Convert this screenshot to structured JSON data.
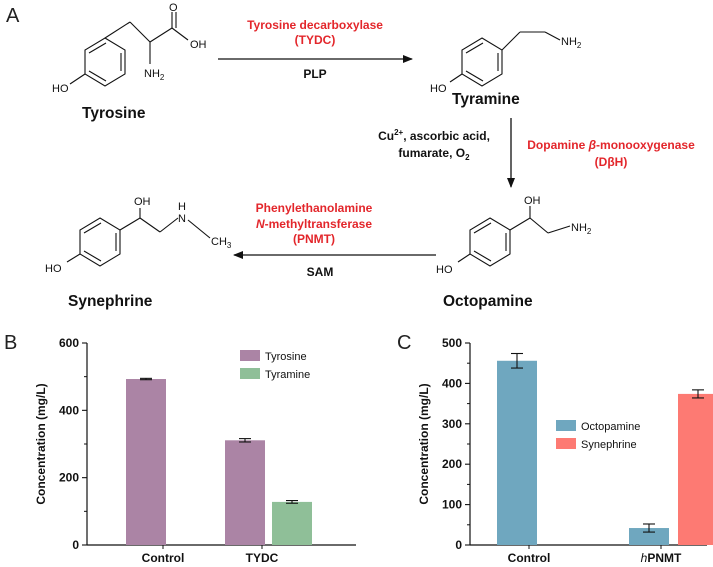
{
  "panel_labels": {
    "a": "A",
    "b": "B",
    "c": "C"
  },
  "pathway": {
    "molecules": {
      "tyrosine": "Tyrosine",
      "tyramine": "Tyramine",
      "octopamine": "Octopamine",
      "synephrine": "Synephrine"
    },
    "atoms": {
      "ho": "HO",
      "oh": "OH",
      "o": "O",
      "nh2": "NH",
      "nh2_sub": "2",
      "n": "N",
      "h": "H",
      "ch3": "CH",
      "ch3_sub": "3"
    },
    "step1": {
      "enzyme_line1": "Tyrosine decarboxylase",
      "enzyme_line2": "(TYDC)",
      "cofactor": "PLP"
    },
    "step2": {
      "enzyme_pre": "Dopamine ",
      "enzyme_beta": "β",
      "enzyme_post": "-monooxygenase",
      "enzyme_line2": "(DβH)",
      "cof_line1_a": "Cu",
      "cof_line1_sup": "2+",
      "cof_line1_b": ", ascorbic acid,",
      "cof_line2_a": "fumarate, O",
      "cof_line2_sub": "2"
    },
    "step3": {
      "enzyme_line1": "Phenylethanolamine",
      "enzyme_line2_it": "N",
      "enzyme_line2_rest": "-methyltransferase",
      "enzyme_line3": "(PNMT)",
      "cofactor": "SAM"
    }
  },
  "colors": {
    "tyrosine": "#ab84a5",
    "tyramine": "#8fbf98",
    "octopamine": "#6fa7bf",
    "synephrine": "#fd7a73",
    "enzyme_text": "#e3262b"
  },
  "chart_data": [
    {
      "panel": "B",
      "type": "bar",
      "categories": [
        "Control",
        "TYDC"
      ],
      "series": [
        {
          "name": "Tyrosine",
          "values": [
            493,
            311
          ],
          "errors": [
            2,
            5
          ]
        },
        {
          "name": "Tyramine",
          "values": [
            0,
            128
          ],
          "errors": [
            0,
            4
          ]
        }
      ],
      "ylabel": "Concentration (mg/L)",
      "ylim": [
        0,
        600
      ],
      "yticks": [
        0,
        200,
        400,
        600
      ],
      "legend_position": "top-right"
    },
    {
      "panel": "C",
      "type": "bar",
      "categories": [
        "Control",
        "hPNMT"
      ],
      "category_italic_prefix": [
        "",
        "h"
      ],
      "category_rest": [
        "Control",
        "PNMT"
      ],
      "series": [
        {
          "name": "Octopamine",
          "values": [
            456,
            42
          ],
          "errors": [
            18,
            10
          ]
        },
        {
          "name": "Synephrine",
          "values": [
            0,
            374
          ],
          "errors": [
            0,
            10
          ]
        }
      ],
      "ylabel": "Concentration (mg/L)",
      "ylim": [
        0,
        500
      ],
      "yticks": [
        0,
        100,
        200,
        300,
        400,
        500
      ],
      "legend_position": "center-right"
    }
  ]
}
